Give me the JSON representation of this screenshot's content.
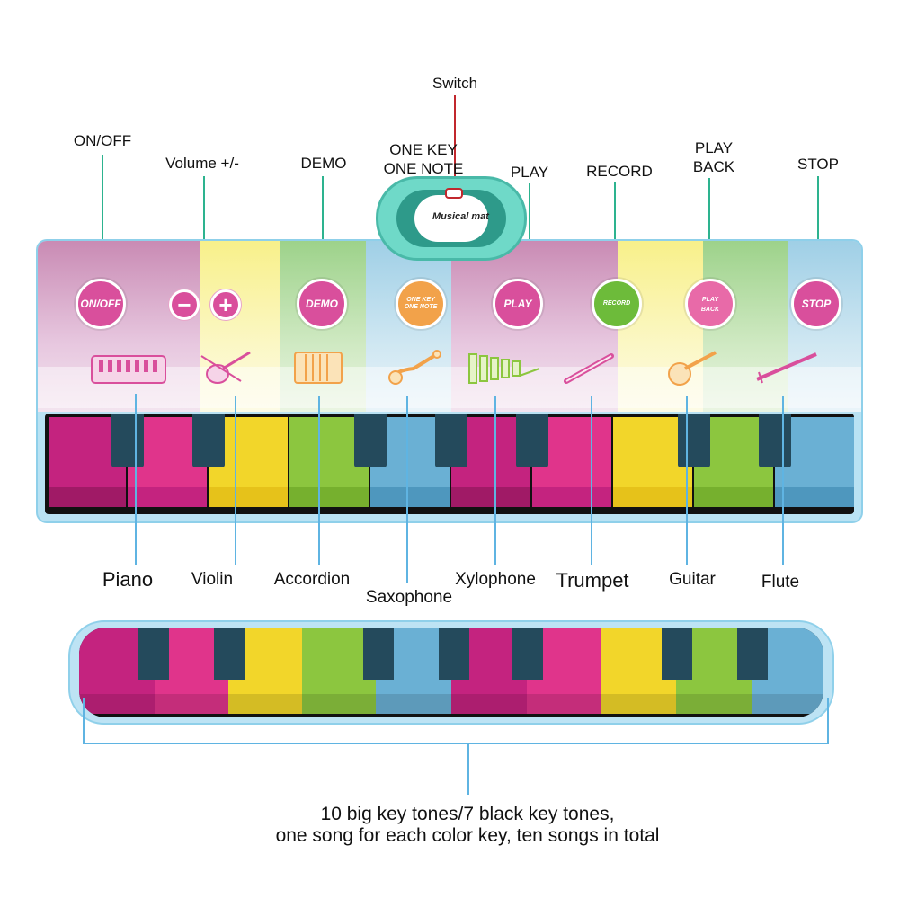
{
  "top_labels": {
    "switch": "Switch",
    "on_off": "ON/OFF",
    "volume": "Volume +/-",
    "demo": "DEMO",
    "one_key_one_note_line1": "ONE KEY",
    "one_key_one_note_line2": "ONE NOTE",
    "play": "PLAY",
    "record": "RECORD",
    "play_back_line1": "PLAY",
    "play_back_line2": "BACK",
    "stop": "STOP"
  },
  "buttons": {
    "on_off": "ON/OFF",
    "volume_minus": "−",
    "volume_plus": "+",
    "demo": "DEMO",
    "one_key_one_note_line1": "ONE KEY",
    "one_key_one_note_line2": "ONE NOTE",
    "play": "PLAY",
    "record": "RECORD",
    "play_back_line1": "PLAY",
    "play_back_line2": "BACK",
    "stop": "STOP"
  },
  "switch_logo": "Musical mat",
  "instrument_labels": {
    "piano": "Piano",
    "violin": "Violin",
    "accordion": "Accordion",
    "saxophone": "Saxophone",
    "xylophone": "Xylophone",
    "trumpet": "Trumpet",
    "guitar": "Guitar",
    "flute": "Flute"
  },
  "caption": {
    "line1": "10 big key tones/7 black key tones,",
    "line2": "one song for each color key, ten songs in total"
  },
  "colors": {
    "magenta": "#c4237f",
    "pink": "#e0348b",
    "yellow": "#f2d62a",
    "green": "#8cc63f",
    "blue": "#6ab0d4",
    "black_key": "#244a5c",
    "button_pink": "#d94f9c",
    "button_orange": "#f2a24a",
    "button_green": "#6dbb3a",
    "accent_line": "#2db38f",
    "callout_line": "#5fb4e2",
    "switch_line": "#c1272d"
  }
}
